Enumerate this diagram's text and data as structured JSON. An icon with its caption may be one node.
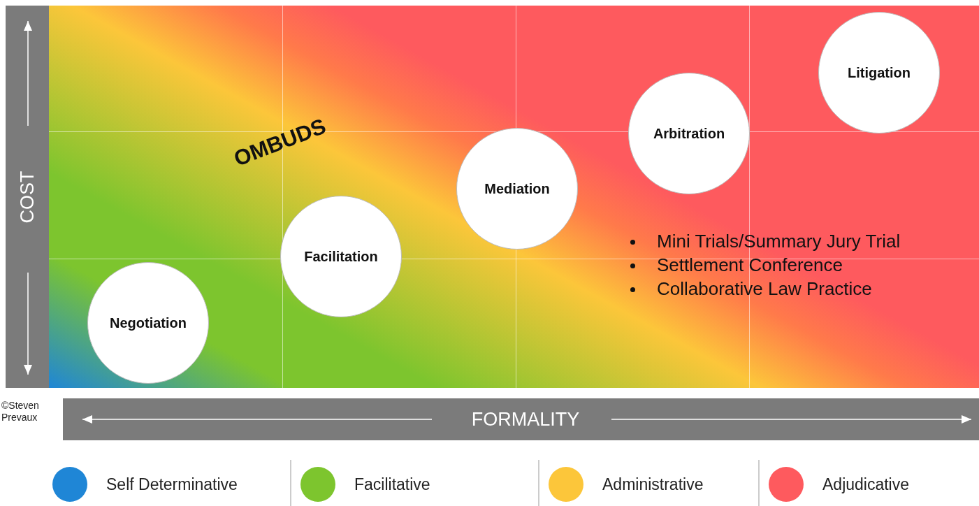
{
  "diagram": {
    "nodes": [
      {
        "text": [
          "Negotiation"
        ]
      },
      {
        "text": [
          "Facilitation"
        ]
      },
      {
        "text": [
          "Mediation"
        ]
      },
      {
        "text": [
          "Arbitration"
        ]
      },
      {
        "text": [
          "Litigation"
        ]
      }
    ],
    "labels": [
      "OMBUDS",
      "COST",
      "Mini Trials/Summary Jury Trial",
      "Settlement Conference",
      "Collaborative Law Practice",
      "©Steven Prevaux",
      "FORMALITY"
    ],
    "legend": [
      {
        "text": "Self Determinative",
        "color": "#1f86d6"
      },
      {
        "text": "Facilitative",
        "color": "#7dc52e"
      },
      {
        "text": "Administrative",
        "color": "#fcc63a"
      },
      {
        "text": "Adjudicative",
        "color": "#fe5a5e"
      }
    ]
  }
}
